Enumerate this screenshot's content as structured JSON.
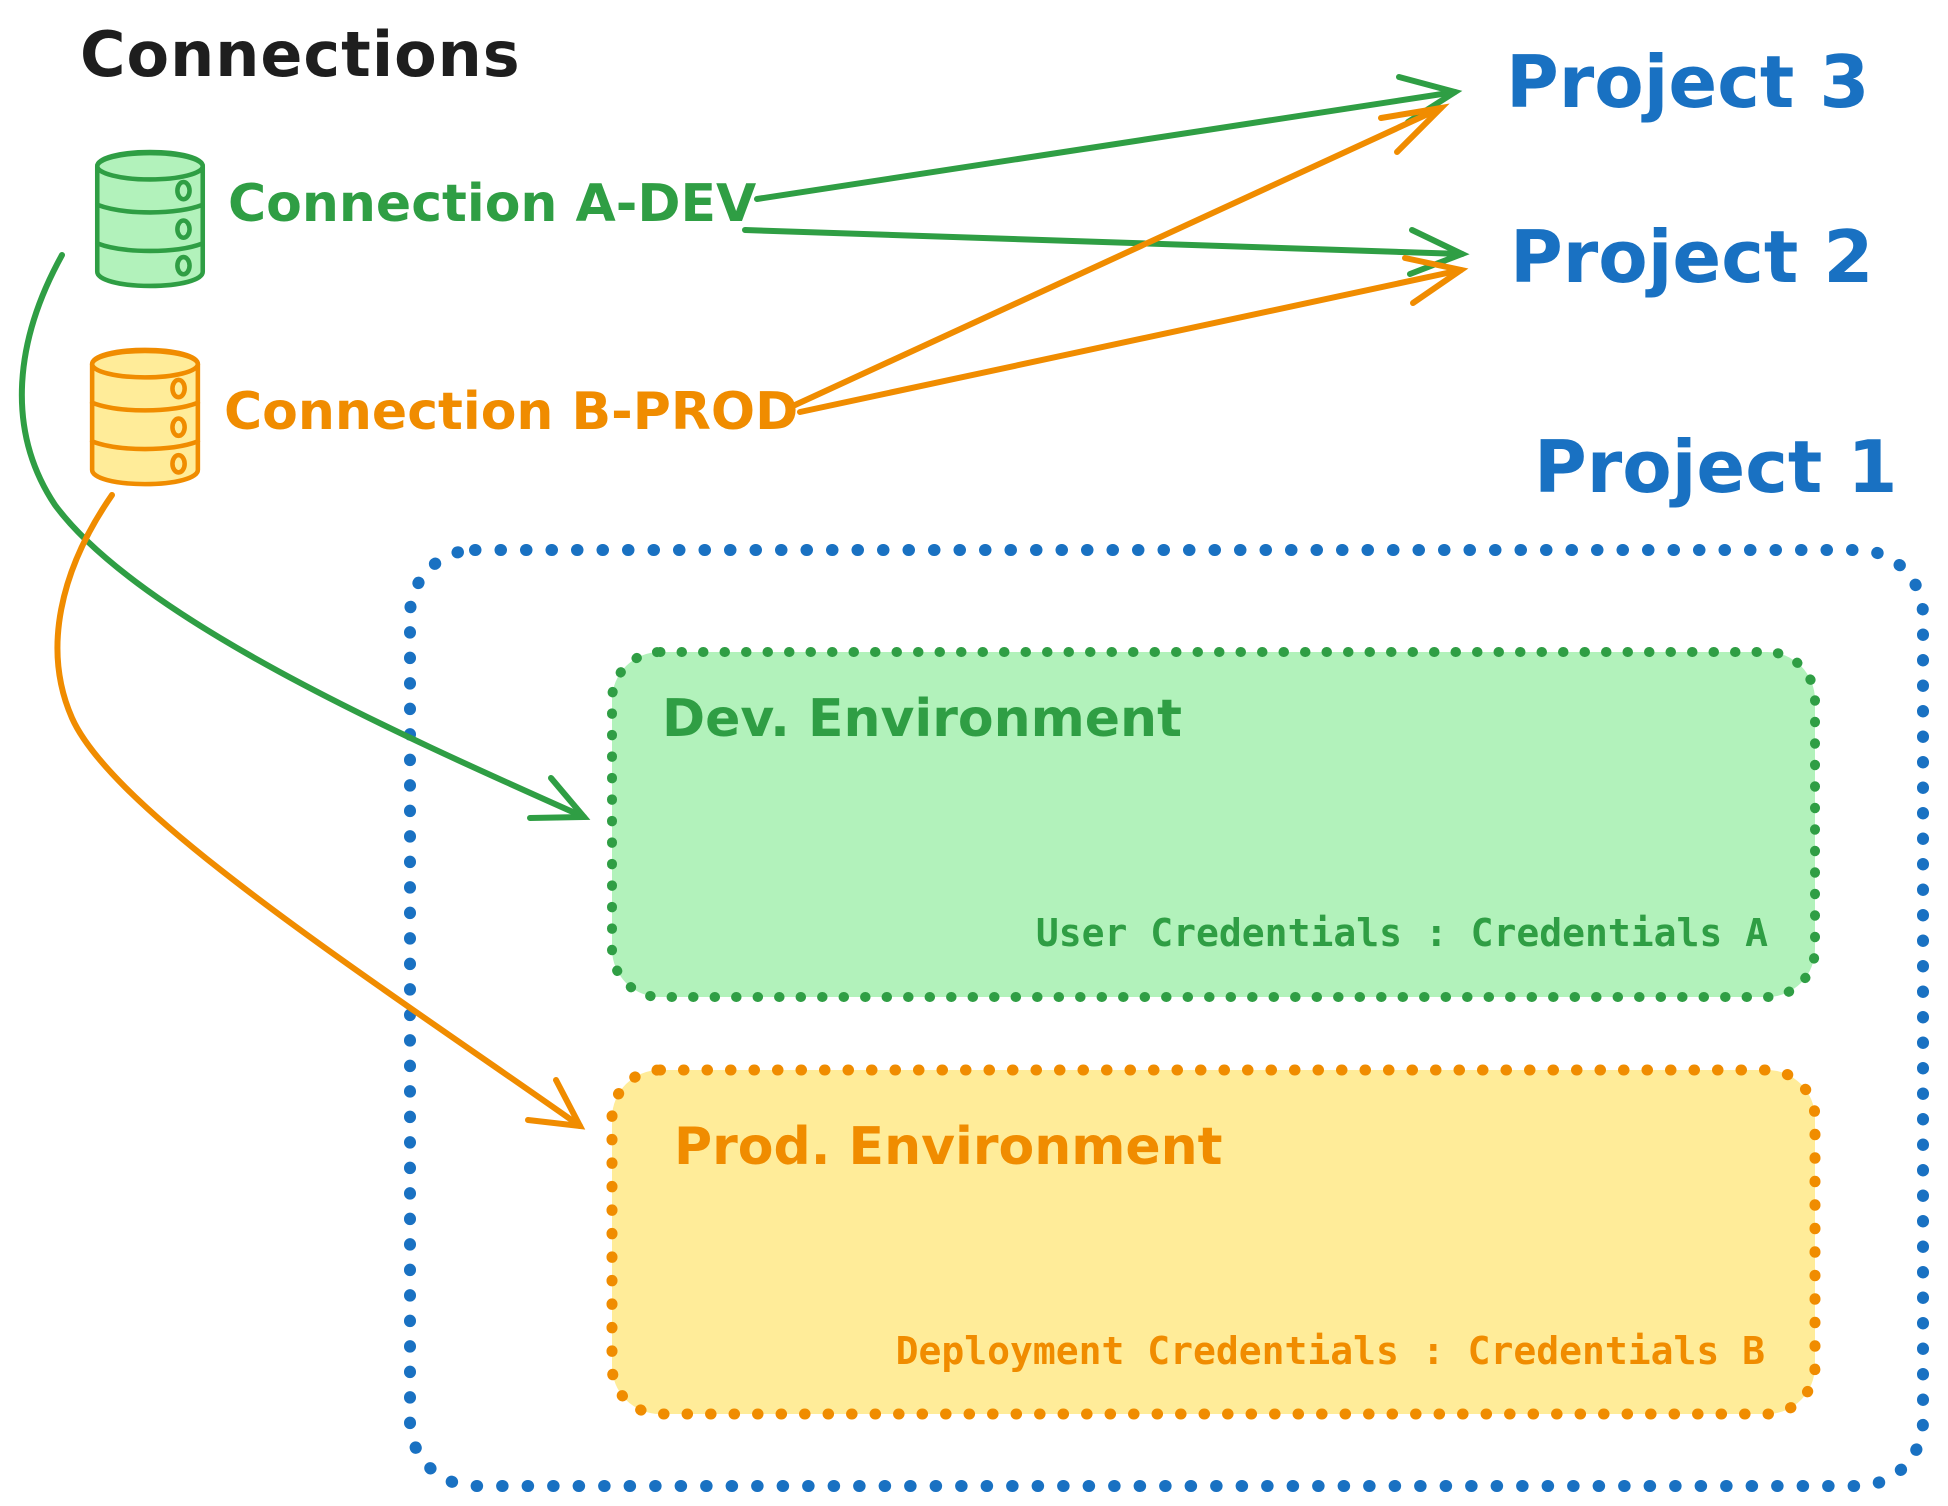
{
  "title": "Connections",
  "colors": {
    "green_stroke": "#2f9e44",
    "green_fill": "#b2f2bb",
    "orange_stroke": "#f08c00",
    "orange_fill": "#ffec99",
    "blue": "#1971c2",
    "ink": "#1e1e1e"
  },
  "connections": [
    {
      "id": "a-dev",
      "label": "Connection A-DEV",
      "color": "#2f9e44",
      "icon": "database-icon"
    },
    {
      "id": "b-prod",
      "label": "Connection B-PROD",
      "color": "#f08c00",
      "icon": "database-icon"
    }
  ],
  "projects": [
    {
      "label": "Project 3"
    },
    {
      "label": "Project 2"
    },
    {
      "label": "Project 1"
    }
  ],
  "project1": {
    "label": "Project 1",
    "environments": [
      {
        "id": "dev",
        "title": "Dev. Environment",
        "credentials": "User Credentials : Credentials A"
      },
      {
        "id": "prod",
        "title": "Prod. Environment",
        "credentials": "Deployment Credentials : Credentials B"
      }
    ]
  },
  "edges": [
    {
      "from": "Connection A-DEV",
      "to": "Project 3",
      "color": "green"
    },
    {
      "from": "Connection A-DEV",
      "to": "Project 2",
      "color": "green"
    },
    {
      "from": "Connection B-PROD",
      "to": "Project 3",
      "color": "orange"
    },
    {
      "from": "Connection B-PROD",
      "to": "Project 2",
      "color": "orange"
    },
    {
      "from": "Connection A-DEV",
      "to": "Dev. Environment",
      "color": "green"
    },
    {
      "from": "Connection B-PROD",
      "to": "Prod. Environment",
      "color": "orange"
    }
  ]
}
